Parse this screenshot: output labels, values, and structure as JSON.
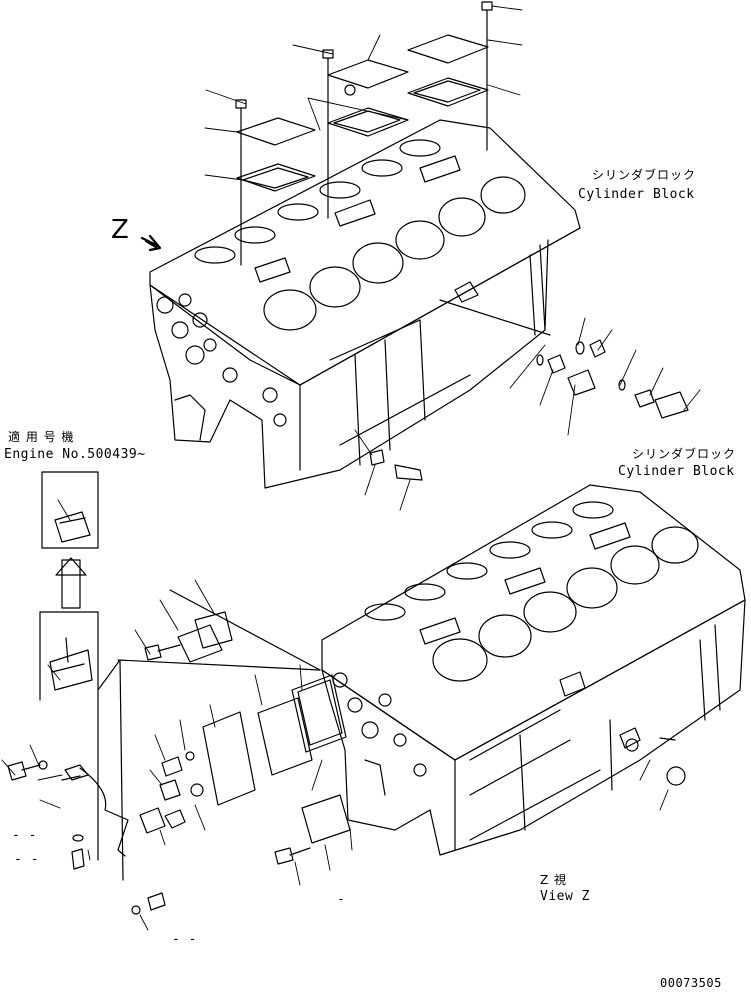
{
  "labels": {
    "cylinder_block_top_jp": "シリンダブロック",
    "cylinder_block_top_en": "Cylinder Block",
    "cylinder_block_bottom_jp": "シリンダブロック",
    "cylinder_block_bottom_en": "Cylinder Block",
    "view_arrow_letter": "Z",
    "applicable_jp": "適 用 号 機",
    "engine_no": "Engine No.500439~",
    "view_z_jp": "Z 視",
    "view_z_en": "View Z",
    "drawing_number": "00073505"
  },
  "small_marks": {
    "dash_1": "- -",
    "dash_2": "- -",
    "dash_3": "- -",
    "dash_4": "-"
  }
}
